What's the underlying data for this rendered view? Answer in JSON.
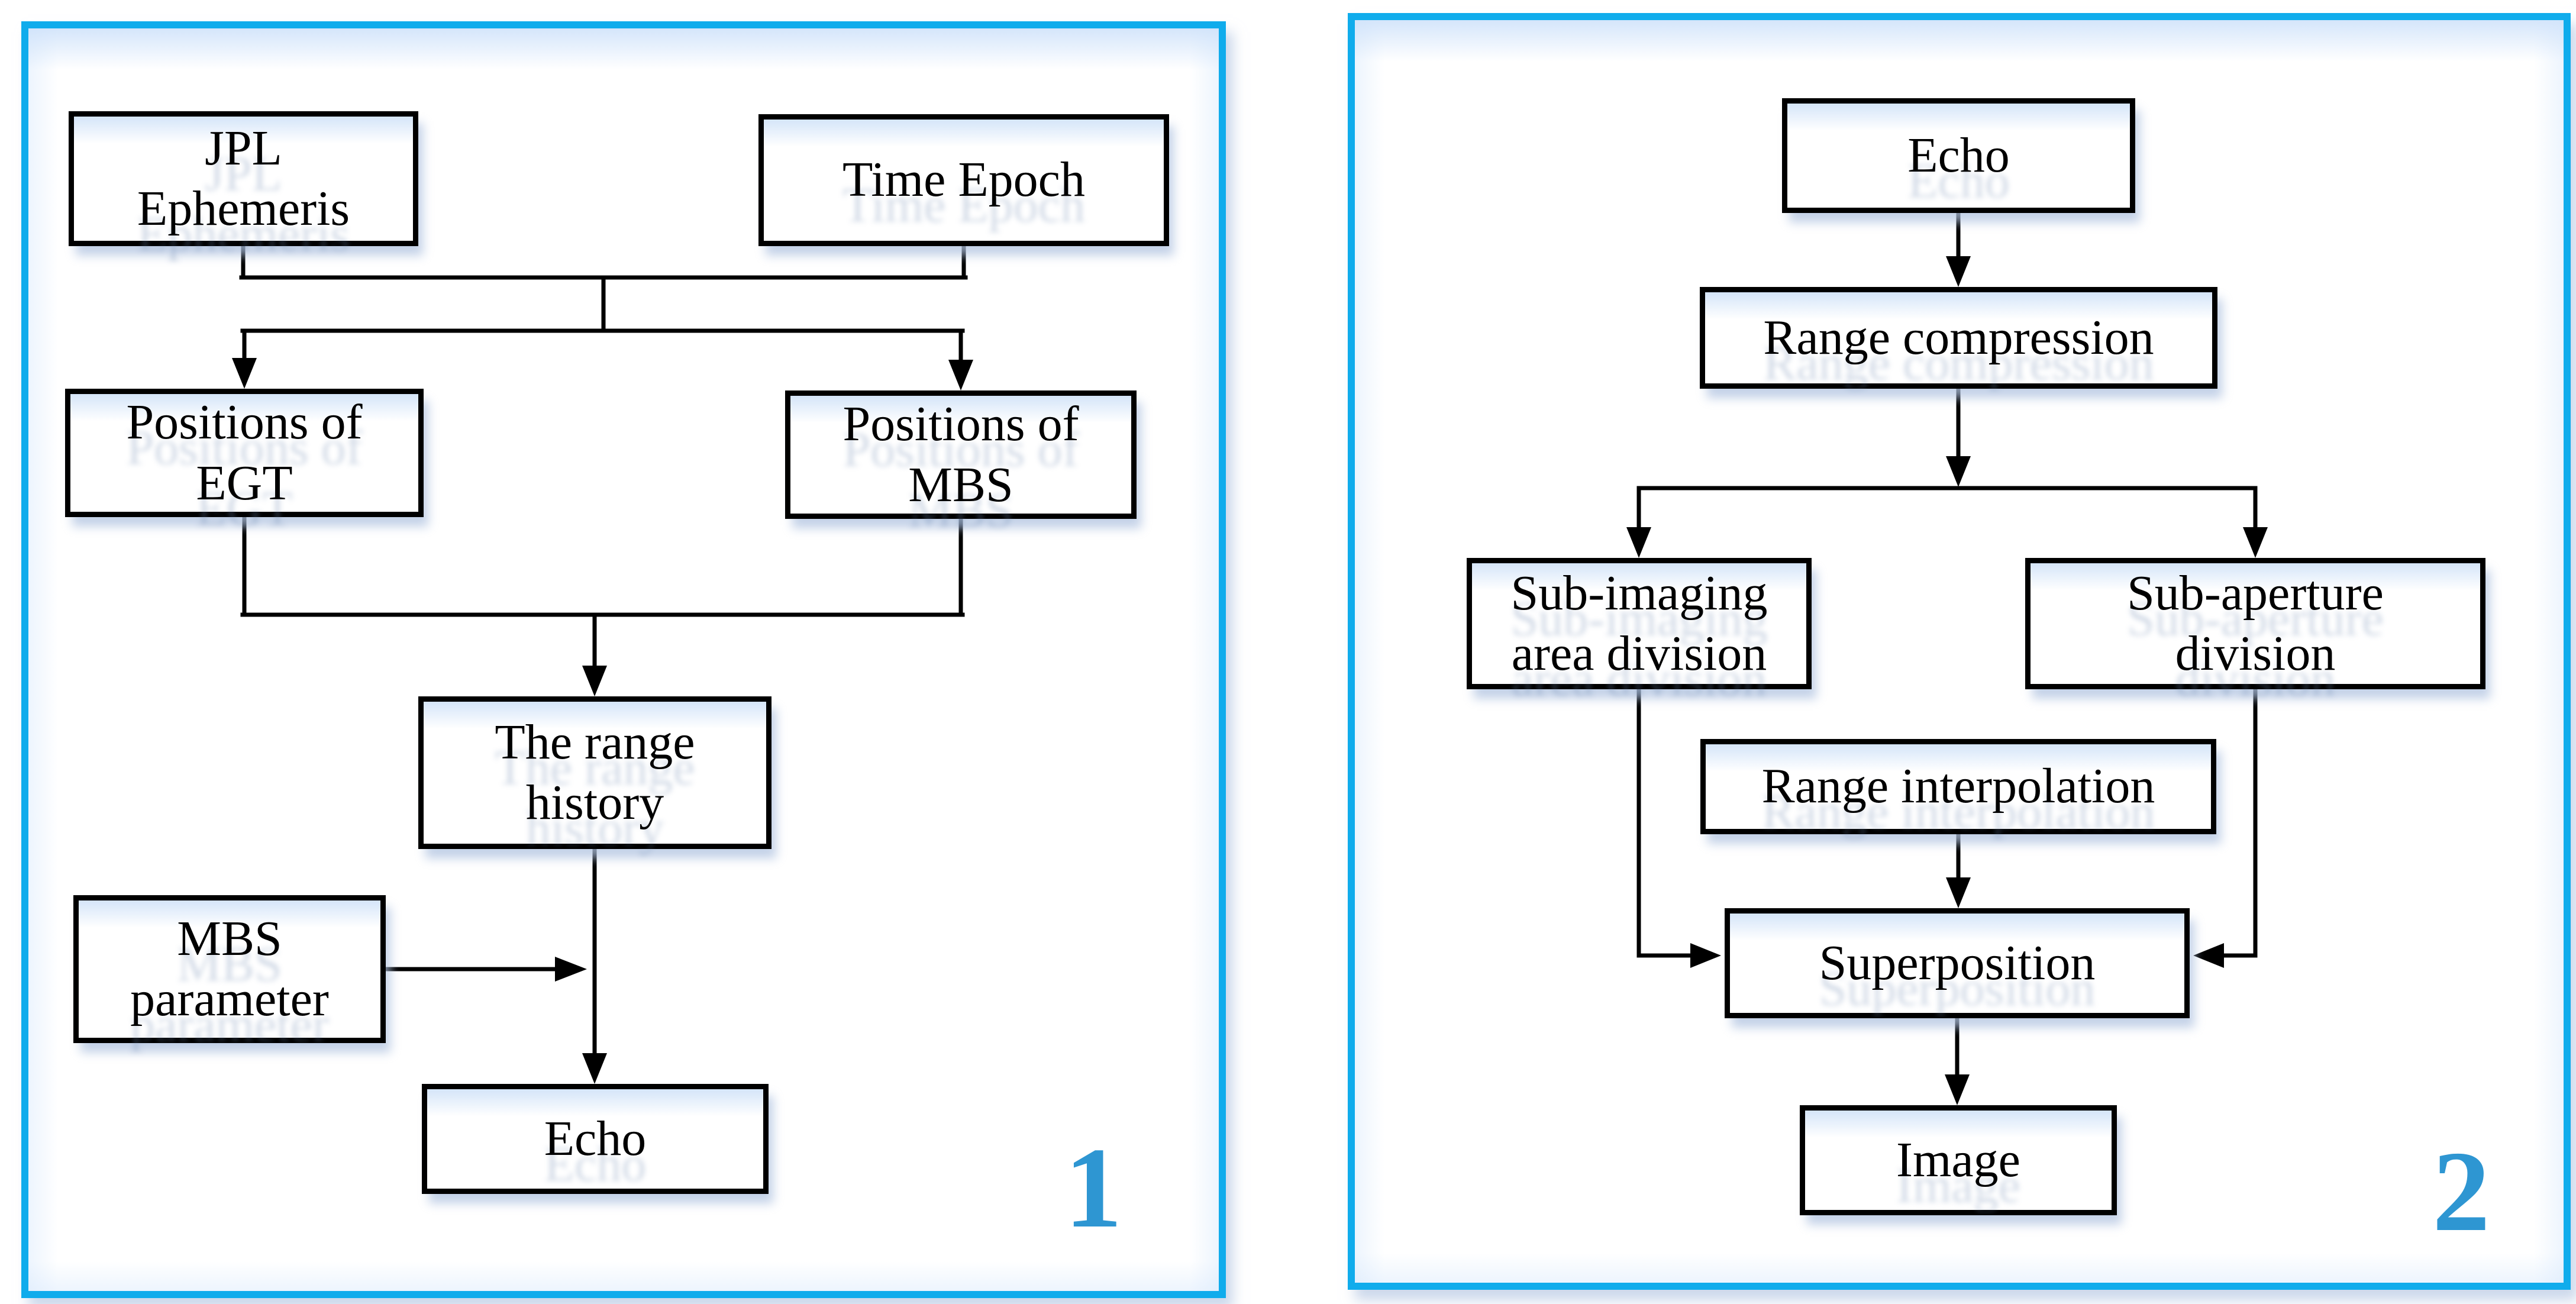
{
  "colors": {
    "accent_border": "#10ACEC",
    "panel_number": "#2E96D2",
    "node_border": "#000000",
    "connector_line": "#000000",
    "node_fill": "#FFFFFF"
  },
  "panels": [
    {
      "number": "1",
      "nodes": [
        {
          "id": "jpl-ephemeris",
          "label": "JPL Ephemeris"
        },
        {
          "id": "time-epoch",
          "label": "Time Epoch"
        },
        {
          "id": "positions-of-egt",
          "label": "Positions of EGT"
        },
        {
          "id": "positions-of-mbs",
          "label": "Positions of MBS"
        },
        {
          "id": "the-range-history",
          "label": "The range history"
        },
        {
          "id": "mbs-parameter",
          "label": "MBS parameter"
        },
        {
          "id": "echo",
          "label": "Echo"
        }
      ],
      "edges": [
        {
          "from": "JPL Ephemeris",
          "to": "Positions of EGT"
        },
        {
          "from": "JPL Ephemeris",
          "to": "Positions of MBS"
        },
        {
          "from": "Time Epoch",
          "to": "Positions of EGT"
        },
        {
          "from": "Time Epoch",
          "to": "Positions of MBS"
        },
        {
          "from": "Positions of EGT",
          "to": "The range history"
        },
        {
          "from": "Positions of MBS",
          "to": "The range history"
        },
        {
          "from": "The range history",
          "to": "Echo"
        },
        {
          "from": "MBS parameter",
          "to": "Echo"
        }
      ]
    },
    {
      "number": "2",
      "nodes": [
        {
          "id": "echo",
          "label": "Echo"
        },
        {
          "id": "range-compression",
          "label": "Range compression"
        },
        {
          "id": "sub-imaging-area-division",
          "label": "Sub-imaging area division"
        },
        {
          "id": "sub-aperture-division",
          "label": "Sub-aperture division"
        },
        {
          "id": "range-interpolation",
          "label": "Range interpolation"
        },
        {
          "id": "superposition",
          "label": "Superposition"
        },
        {
          "id": "image",
          "label": "Image"
        }
      ],
      "edges": [
        {
          "from": "Echo",
          "to": "Range compression"
        },
        {
          "from": "Range compression",
          "to": "Sub-imaging area division"
        },
        {
          "from": "Range compression",
          "to": "Sub-aperture division"
        },
        {
          "from": "Sub-imaging area division",
          "to": "Superposition"
        },
        {
          "from": "Sub-aperture division",
          "to": "Superposition"
        },
        {
          "from": "Range interpolation",
          "to": "Superposition"
        },
        {
          "from": "Superposition",
          "to": "Image"
        }
      ]
    }
  ]
}
